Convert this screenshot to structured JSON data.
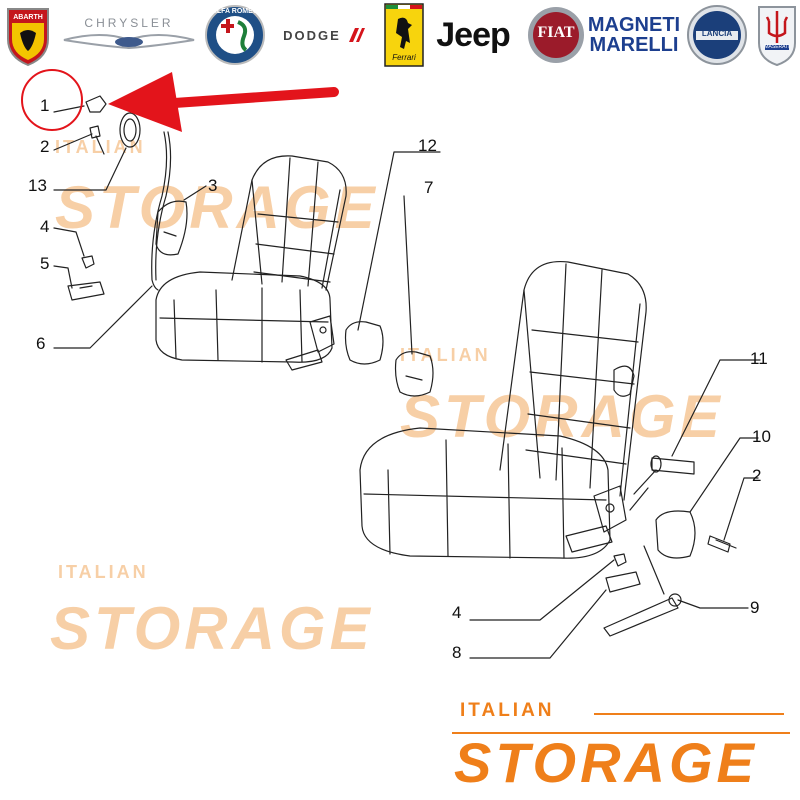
{
  "brands": {
    "abarth": "ABARTH",
    "chrysler": "CHRYSLER",
    "alfa_romeo": "ALFA ROMEO",
    "dodge": "DODGE",
    "ferrari": "Ferrari",
    "jeep": "Jeep",
    "fiat": "FIAT",
    "magneti_line1": "MAGNETI",
    "magneti_line2": "MARELLI",
    "lancia": "LANCIA",
    "maserati": "MASERATI"
  },
  "callouts": {
    "c1": "1",
    "c2a": "2",
    "c13": "13",
    "c4a": "4",
    "c5": "5",
    "c6": "6",
    "c3": "3",
    "c12": "12",
    "c7": "7",
    "c11": "11",
    "c10": "10",
    "c2b": "2",
    "c4b": "4",
    "c8": "8",
    "c9": "9"
  },
  "watermark": {
    "top": "ITALIAN",
    "bottom": "STORAGE"
  },
  "logo": {
    "top": "ITALIAN",
    "bottom": "STORAGE"
  },
  "colors": {
    "accent": "#ef7f1a",
    "watermark": "#f7cfa6",
    "arrow": "#e3141b",
    "line": "#222222"
  }
}
